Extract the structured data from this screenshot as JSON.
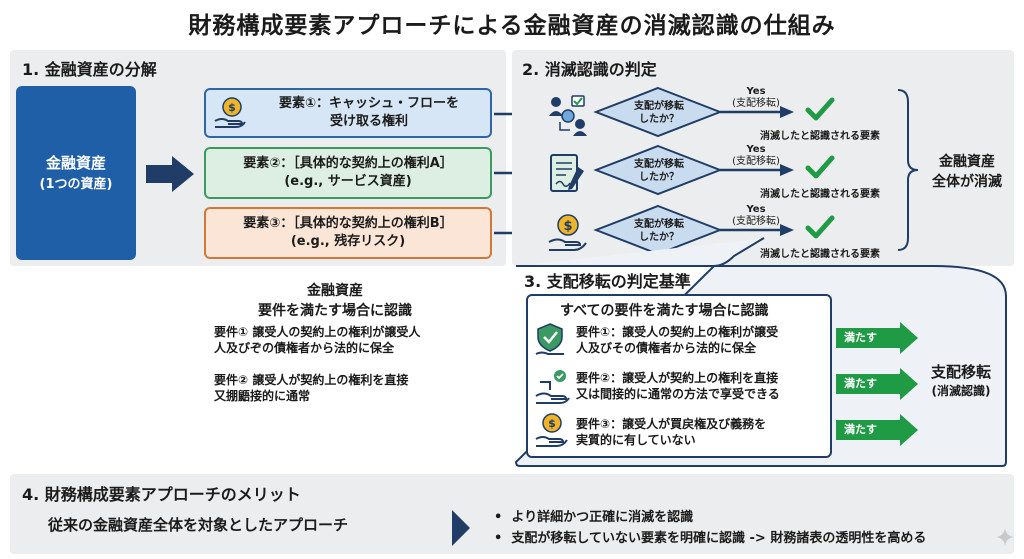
{
  "title": "財務構成要素アプローチによる金融資産の消滅認識の仕組み",
  "section1": {
    "heading": "1. 金融資産の分解",
    "asset_line1": "金融資産",
    "asset_line2": "(1つの資産)",
    "elements": [
      {
        "line1": "要素①：キャッシュ・フローを",
        "line2": "受け取る権利"
      },
      {
        "line1": "要素②：［具体的な契約上の権利A］",
        "line2": "(e.g., サービス資産)"
      },
      {
        "line1": "要素③：［具体的な契約上の権利B］",
        "line2": "(e.g., 残存リスク)"
      }
    ]
  },
  "section2": {
    "heading": "2. 消滅認識の判定",
    "decision_line1": "支配が移転",
    "decision_line2": "したか？",
    "yes": "Yes",
    "yes_sub": "(支配移転)",
    "result": "消滅したと認識される要素",
    "conclusion_line1": "金融資産",
    "conclusion_line2": "全体が消滅"
  },
  "left_notes": {
    "heading_line1": "金融資産",
    "heading_line2": "要件を満たす場合に認識",
    "req1_line1": "要件① 譲受人の契約上の権利が譲受人",
    "req1_line2": "人及びぞの債権者から法的に保全",
    "req2_line1": "要件② 譲受人が契約上の権利を直接",
    "req2_line2": "又掤鼯接的に通常"
  },
  "section3": {
    "heading": "3. 支配移転の判定基準",
    "box_heading": "すべての要件を満たす場合に認識",
    "reqs": [
      {
        "line1": "要件①：譲受人の契約上の権利が譲受",
        "line2": "人及びその債権者から法的に保全"
      },
      {
        "line1": "要件②：譲受人が契約上の権利を直接",
        "line2": "又は間接的に通常の方法で享受できる"
      },
      {
        "line1": "要件③：譲受人が買戻権及び義務を",
        "line2": "実質的に有していない"
      }
    ],
    "meets": "満たす",
    "result_line1": "支配移転",
    "result_line2": "(消滅認識)"
  },
  "section4": {
    "heading": "4. 財務構成要素アプローチのメリット",
    "traditional": "従来の金融資産全体を対象としたアプローチ",
    "bullets": [
      "より詳細かつ正確に消滅を認識",
      "支配が移転していない要素を明確に認識 -> 財務諸表の透明性を高める"
    ]
  },
  "colors": {
    "asset_blue": "#1f5fa8",
    "element1": "#2f66a8",
    "element2": "#3a9a62",
    "element3": "#d47838",
    "check_green": "#1f9a45",
    "arrow_navy": "#1f3d66"
  }
}
